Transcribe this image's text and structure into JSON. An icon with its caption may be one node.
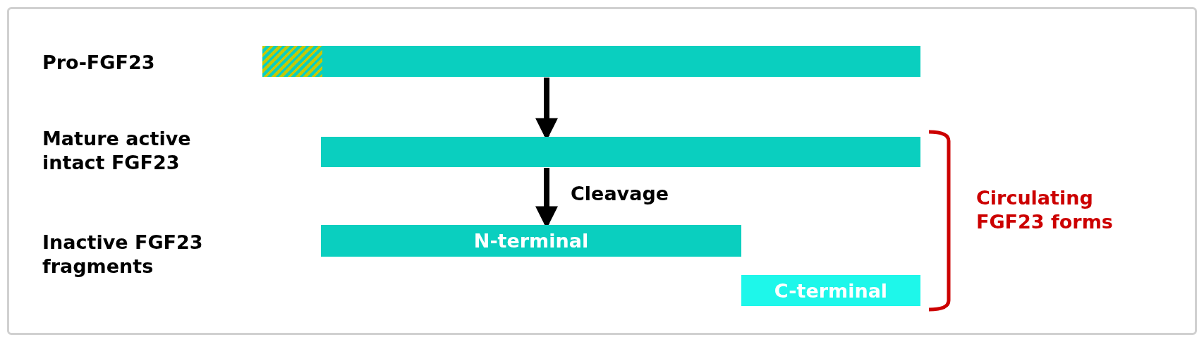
{
  "diagram": {
    "nodes": [
      {
        "text": [],
        "shape": "bar"
      },
      {
        "text": [],
        "shape": "bar"
      },
      {
        "text": [
          "N-terminal"
        ]
      },
      {
        "text": [
          "C-terminal"
        ]
      }
    ],
    "edges": [
      {
        "from": 0,
        "to": 1,
        "arrow": "to"
      },
      {
        "from": 1,
        "to": 2,
        "arrow": "to",
        "label": "Cleavage"
      }
    ],
    "labels": [
      "Pro-FGF23",
      "Mature active intact FGF23",
      "Inactive FGF23 fragments",
      "Circulating FGF23 forms"
    ]
  }
}
